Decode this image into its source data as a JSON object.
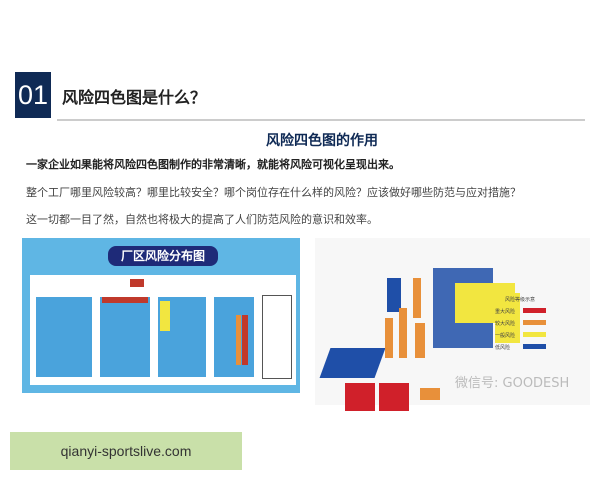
{
  "section": {
    "number": "01",
    "title": "风险四色图是什么？"
  },
  "subtitle": "风险四色图的作用",
  "paragraphs": [
    "一家企业如果能将风险四色图制作的非常清晰，就能将风险可视化呈现出来。",
    "整个工厂哪里风险较高？哪里比较安全？哪个岗位存在什么样的风险？应该做好哪些防范与应对措施？",
    "这一切都一目了然，自然也将极大的提高了人们防范风险的意识和效率。"
  ],
  "left_map": {
    "title": "厂区风险分布图"
  },
  "right_map": {
    "legend_title": "风险等级示意",
    "legend": [
      {
        "label": "重大风险",
        "color": "#d0202a"
      },
      {
        "label": "较大风险",
        "color": "#e8903a"
      },
      {
        "label": "一般风险",
        "color": "#f2e640"
      },
      {
        "label": "低风险",
        "color": "#1f4fa8"
      }
    ],
    "watermark": "微信号: GOODESH"
  },
  "site": "qianyi-sportslive.com"
}
